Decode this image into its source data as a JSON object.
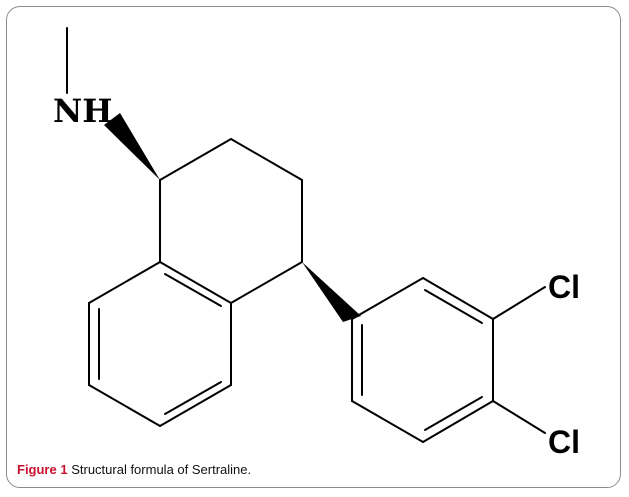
{
  "molecule": {
    "atoms": {
      "amine": "NH",
      "chlorine_1": "Cl",
      "chlorine_2": "Cl"
    }
  },
  "caption": {
    "label": "Figure 1",
    "text": "Structural formula of Sertraline",
    "period": "."
  }
}
